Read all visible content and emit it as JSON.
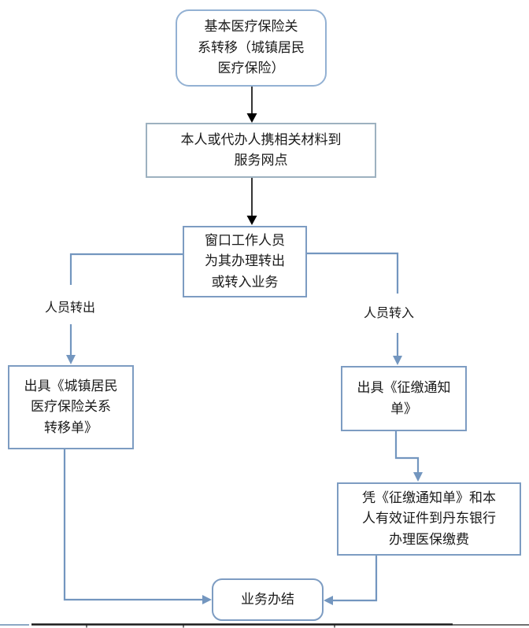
{
  "page": {
    "background": "#ffffff",
    "kind": "flowchart"
  },
  "colors": {
    "connector_blue": "#7396bf",
    "connector_black": "#000000",
    "box_border_blue": "#7d9cc2",
    "box_border_gray": "#9db1c0",
    "rounded_border_blue": "#93b1d3",
    "strip_blue": "#8ca8c4",
    "strip_black": "#1b1b1b",
    "text": "#1a1a1a"
  },
  "flowchart": {
    "nodes": {
      "start": {
        "shape": "rounded",
        "text": "基本医疗保险关\n系转移（城镇居民\n医疗保险）"
      },
      "materials": {
        "shape": "rect",
        "text": "本人或代办人携相关材料到\n服务网点"
      },
      "window": {
        "shape": "rect",
        "text": "窗口工作人员\n为其办理转出\n或转入业务"
      },
      "transfer_out_doc": {
        "shape": "rect",
        "text": "出具《城镇居民\n医疗保险关系\n转移单》"
      },
      "transfer_in_doc": {
        "shape": "rect",
        "text": "出具《征缴通知\n单》"
      },
      "bank_payment": {
        "shape": "rect",
        "text": "凭《征缴通知单》和本\n人有效证件到丹东银行\n办理医保缴费"
      },
      "end": {
        "shape": "rounded",
        "text": "业务办结"
      }
    },
    "edge_labels": {
      "out": "人员转出",
      "in": "人员转入"
    }
  }
}
